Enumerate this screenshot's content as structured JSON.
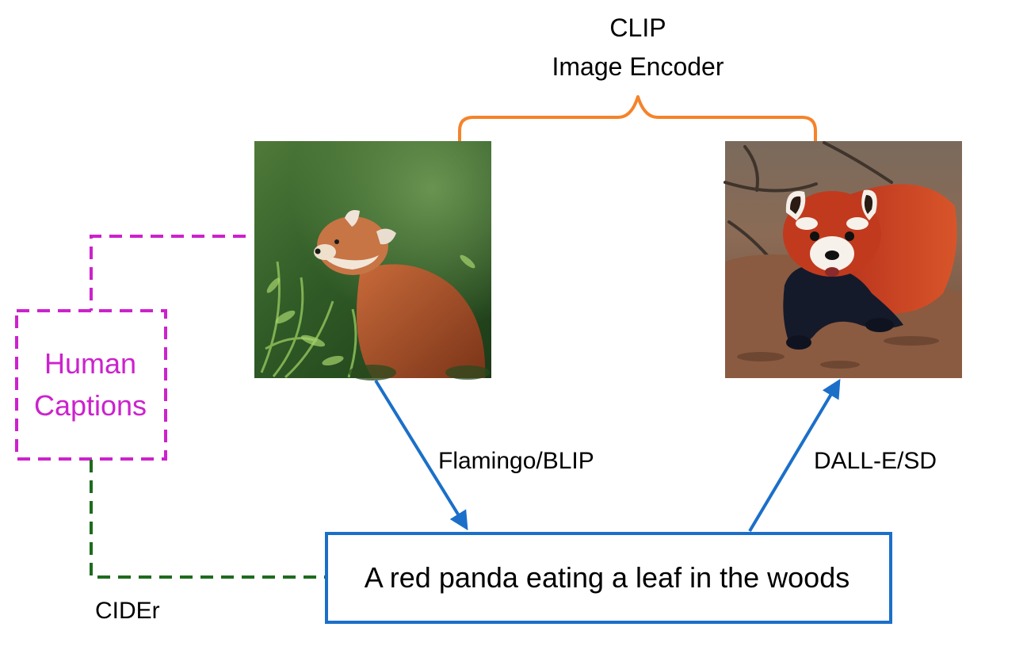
{
  "encoder": {
    "line1": "CLIP",
    "line2": "Image Encoder"
  },
  "captioner_label": "Flamingo/BLIP",
  "generator_label": "DALL-E/SD",
  "caption_text": "A red panda eating a leaf in the woods",
  "human_captions": {
    "line1": "Human",
    "line2": "Captions"
  },
  "metric_label": "CIDEr",
  "images": {
    "original": "red-panda-photo",
    "generated": "red-panda-generated"
  },
  "colors": {
    "brace": "#f5832a",
    "arrow": "#1b6fc9",
    "human": "#cc22cc",
    "metric": "#1e6b1e",
    "caption_box": "#1b6fc9"
  }
}
